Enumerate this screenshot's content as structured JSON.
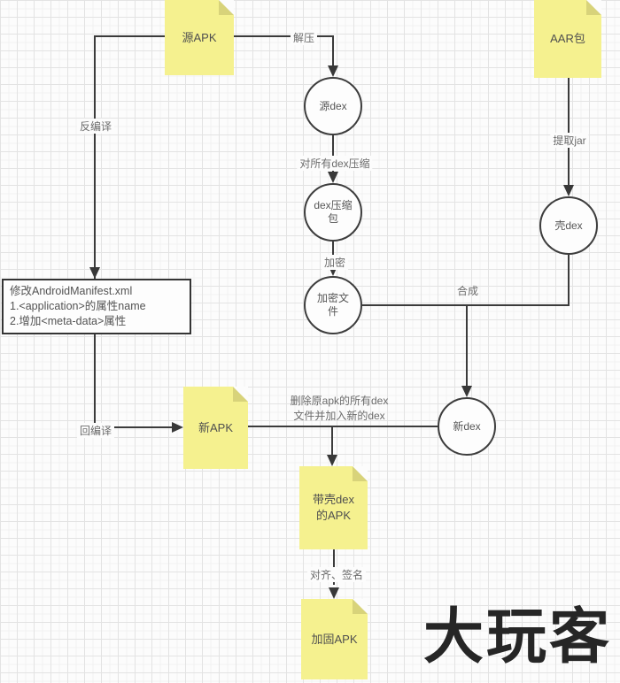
{
  "diagram": {
    "docs": {
      "source_apk": "源APK",
      "aar": "AAR包",
      "new_apk": "新APK",
      "shelled_apk": "带壳dex\n的APK",
      "hardened_apk": "加固APK"
    },
    "circles": {
      "source_dex": "源dex",
      "dex_zip": "dex压缩\n包",
      "encrypted_file": "加密文\n件",
      "shell_dex": "壳dex",
      "new_dex": "新dex"
    },
    "manifest_box": {
      "lines": [
        "修改AndroidManifest.xml",
        "1.<application>的属性name",
        "2.增加<meta-data>属性"
      ]
    },
    "edge_labels": {
      "unzip": "解压",
      "decompile": "反编译",
      "compress_all": "对所有dex压缩",
      "encrypt": "加密",
      "extract_jar": "提取jar",
      "merge": "合成",
      "recompile": "回编译",
      "replace_dex": "删除原apk的所有dex\n文件并加入新的dex",
      "align_sign": "对齐、签名"
    },
    "watermark": "大玩客",
    "colors": {
      "doc_fill": "#f5f18f",
      "doc_fold": "#d8d37a",
      "line": "#3b3b3b",
      "edge_label_text": "#6b6b6b",
      "node_text": "#575757"
    }
  }
}
